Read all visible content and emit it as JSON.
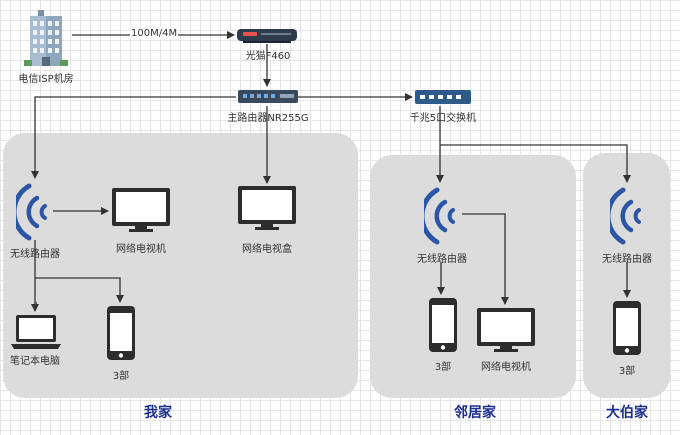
{
  "isp": {
    "label": "电信ISP机房"
  },
  "link": {
    "label": "100M/4M"
  },
  "modem": {
    "label": "光猫F460"
  },
  "main_router": {
    "label": "主路由器NR255G"
  },
  "switch": {
    "label": "千兆5口交换机"
  },
  "my_home": {
    "title": "我家",
    "wifi": "无线路由器",
    "tv": "网络电视机",
    "tvbox": "网络电视盒",
    "laptop": "笔记本电脑",
    "phones": "3部"
  },
  "neighbor": {
    "title": "邻居家",
    "wifi": "无线路由器",
    "phones": "3部",
    "tv": "网络电视机"
  },
  "uncle": {
    "title": "大伯家",
    "wifi": "无线路由器",
    "phones": "3部"
  },
  "colors": {
    "line": "#333333",
    "wifi": "#2b56a6",
    "zone": "#dcdcdc",
    "title": "#1c2f8f"
  }
}
